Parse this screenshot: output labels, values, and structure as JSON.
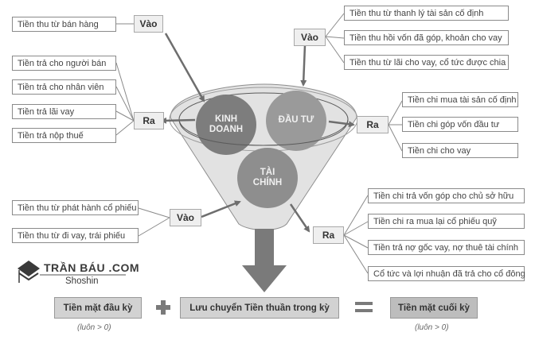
{
  "funnel": {
    "circles": {
      "operating": "KINH DOANH",
      "operating_line1": "KINH",
      "operating_line2": "DOANH",
      "investing": "ĐẦU TƯ",
      "financing_line1": "TÀI",
      "financing_line2": "CHÍNH"
    }
  },
  "operating": {
    "in_label": "Vào",
    "out_label": "Ra",
    "inflows": [
      "Tiền thu từ bán hàng"
    ],
    "outflows": [
      "Tiền trả cho người bán",
      "Tiền trả cho nhân viên",
      "Tiền trả lãi vay",
      "Tiền trả nộp thuế"
    ]
  },
  "investing": {
    "in_label": "Vào",
    "out_label": "Ra",
    "inflows": [
      "Tiền thu từ thanh lý tài sản cố định",
      "Tiền thu hồi vốn đã góp, khoản cho vay",
      "Tiền thu từ lãi cho vay, cổ tức được chia"
    ],
    "outflows": [
      "Tiền chi mua tài sản cố định",
      "Tiền chi góp vốn đầu tư",
      "Tiền chi cho vay"
    ]
  },
  "financing": {
    "in_label": "Vào",
    "out_label": "Ra",
    "inflows": [
      "Tiền thu từ phát hành cổ phiếu",
      "Tiền thu từ đi vay, trái phiếu"
    ],
    "outflows": [
      "Tiền chi trả vốn góp cho chủ sở hữu",
      "Tiền chi ra mua lại cổ phiếu quỹ",
      "Tiền trả nợ gốc vay, nợ thuê tài chính",
      "Cổ tức và lợi nhuận đã trả cho cổ đông"
    ]
  },
  "equation": {
    "beginning_cash": "Tiền mặt đầu kỳ",
    "net_flow": "Lưu chuyển Tiền thuần  trong kỳ",
    "ending_cash": "Tiền mặt cuối kỳ",
    "beginning_note": "(luôn > 0)",
    "ending_note": "(luôn > 0)",
    "plus": "+",
    "equals": "="
  },
  "logo": {
    "title": "TRẦN BÁU .COM",
    "subtitle": "Shoshin"
  },
  "colors": {
    "operating_circle": "#7d7d7d",
    "investing_circle": "#9a9a9a",
    "financing_circle": "#8e8e8e",
    "funnel_fill": "#e2e2e2",
    "arrow": "#7a7a7a",
    "eq_box": "#d2d2d2"
  }
}
